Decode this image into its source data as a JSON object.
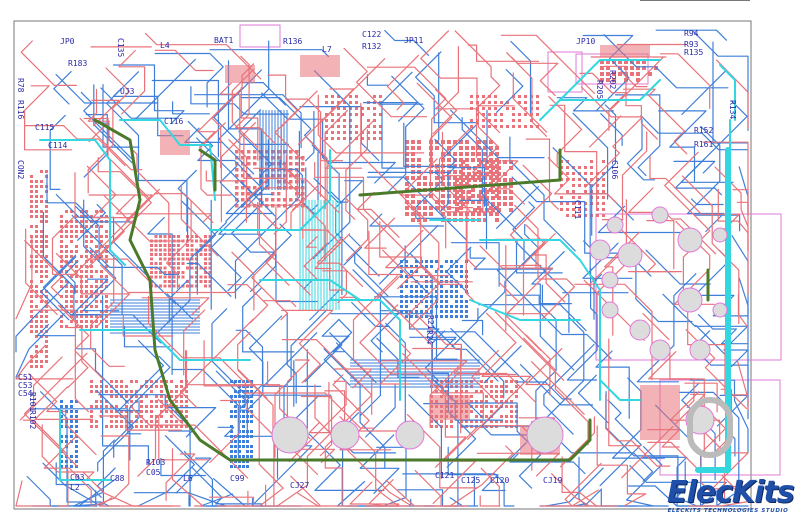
{
  "board": {
    "colors": {
      "background": "#ffffff",
      "outline": "#777777",
      "top_copper": "#e8737a",
      "bottom_copper": "#3f7fd9",
      "inner_layer": "#34d6e0",
      "ground_trace": "#4a7a2a",
      "silkscreen": "#2a2aa8",
      "courtyard": "#e07ad8"
    },
    "labels": [
      "JP0",
      "R183",
      "C135",
      "L4",
      "BAT1",
      "R136",
      "L7",
      "C122",
      "R132",
      "JP11",
      "JP10",
      "R94",
      "R93",
      "R135",
      "R78",
      "R116",
      "UJ3",
      "C115",
      "C116",
      "C114",
      "CON2",
      "R134",
      "R152",
      "R161",
      "R202",
      "R205",
      "C99",
      "CJ27",
      "L6",
      "C125",
      "C120",
      "CJ19",
      "C121",
      "R21",
      "R24",
      "C88",
      "R103",
      "C05",
      "L2",
      "C03",
      "R102",
      "R101",
      "C51",
      "C53",
      "C54",
      "C111",
      "C106"
    ],
    "logo": {
      "wordmark": "ElecKits",
      "tagline": "ELECKITS TECHNOLOGIES STUDIO"
    }
  }
}
